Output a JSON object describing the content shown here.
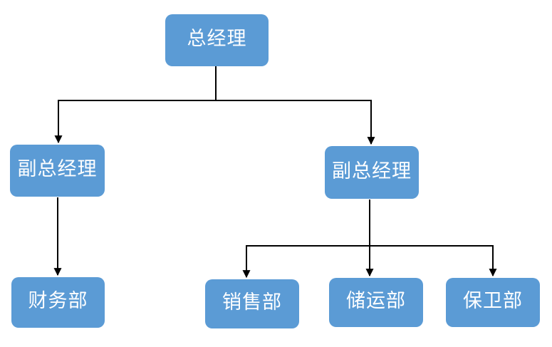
{
  "diagram": {
    "type": "org-chart",
    "background_color": "#FFFFFF",
    "node_fill_color": "#5B9BD5",
    "node_text_color": "#FFFFFF",
    "connector_color": "#000000",
    "nodes": {
      "general_manager": {
        "label": "总经理",
        "level": 1
      },
      "deputy_left": {
        "label": "副总经理",
        "level": 2
      },
      "deputy_right": {
        "label": "副总经理",
        "level": 2
      },
      "finance": {
        "label": "财务部",
        "level": 3
      },
      "sales": {
        "label": "销售部",
        "level": 3
      },
      "storage": {
        "label": "储运部",
        "level": 3
      },
      "security": {
        "label": "保卫部",
        "level": 3
      }
    },
    "edges": [
      {
        "from": "general_manager",
        "to": "deputy_left"
      },
      {
        "from": "general_manager",
        "to": "deputy_right"
      },
      {
        "from": "deputy_left",
        "to": "finance"
      },
      {
        "from": "deputy_right",
        "to": "sales"
      },
      {
        "from": "deputy_right",
        "to": "storage"
      },
      {
        "from": "deputy_right",
        "to": "security"
      }
    ]
  }
}
